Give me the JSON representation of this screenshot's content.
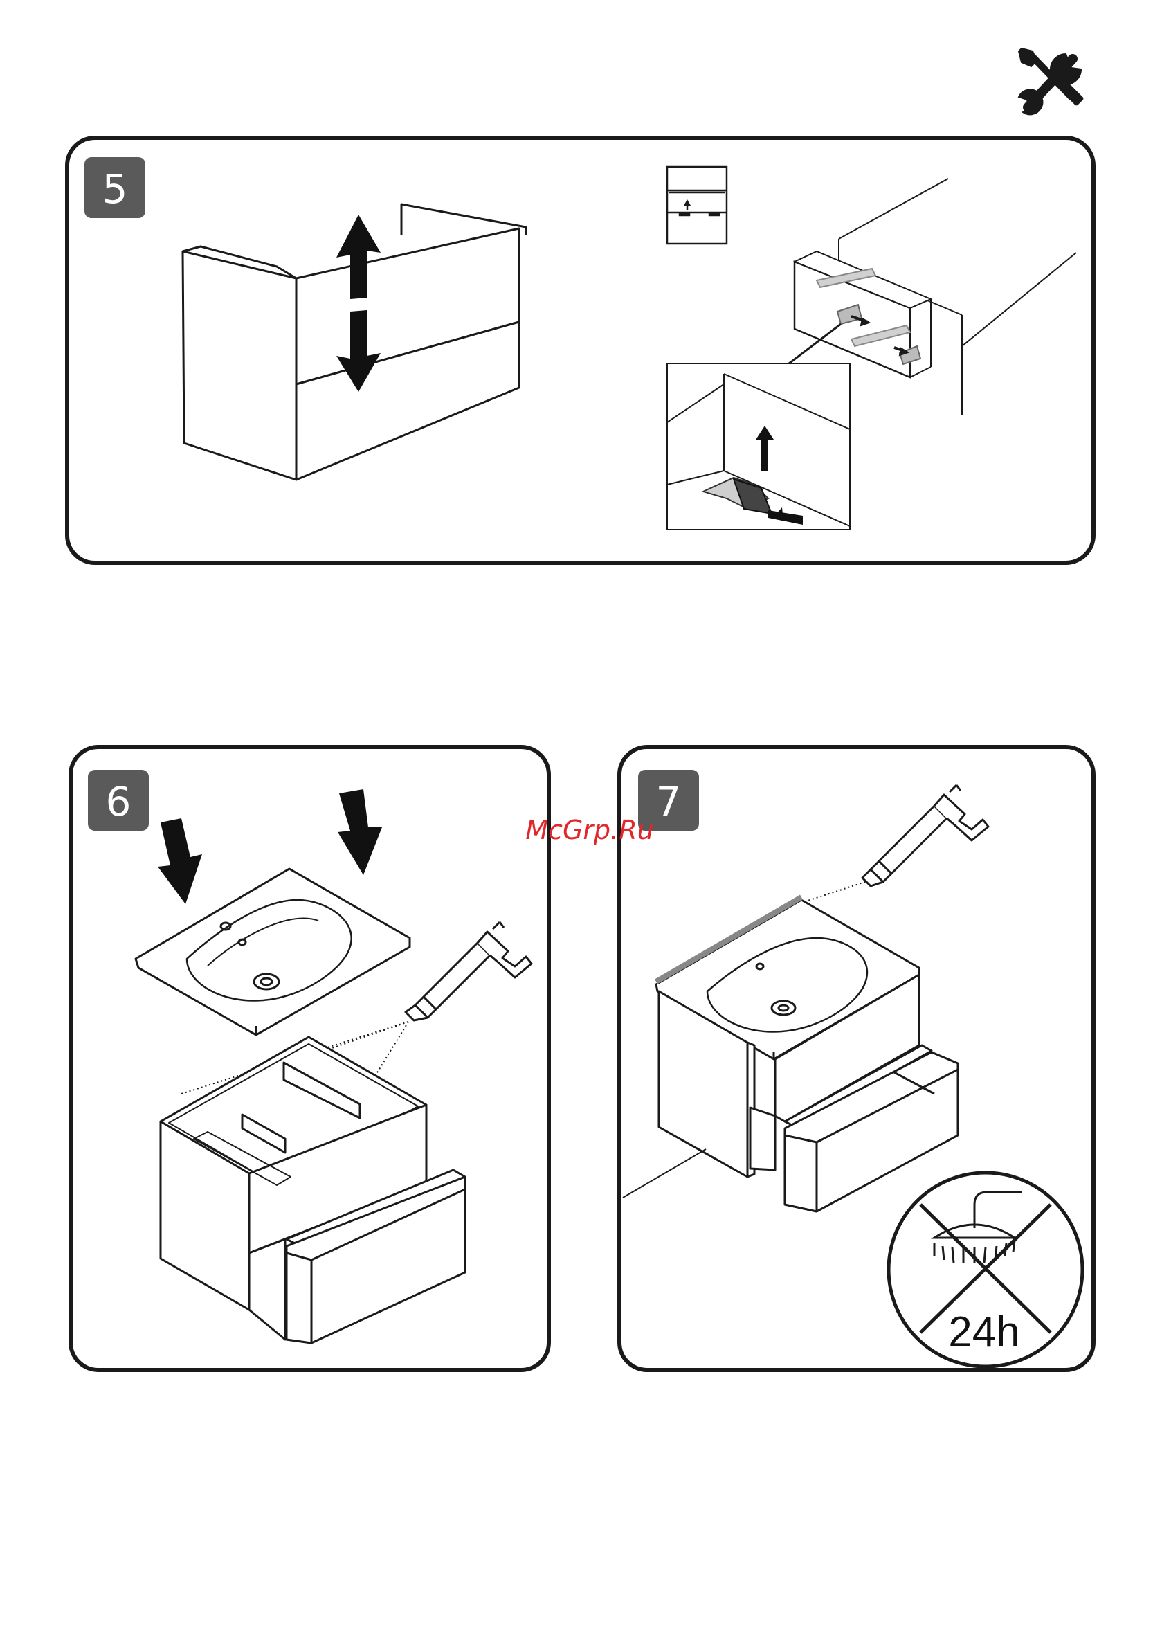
{
  "header": {
    "tools_icon": "tools-icon"
  },
  "steps": [
    {
      "number": "5"
    },
    {
      "number": "6"
    },
    {
      "number": "7"
    }
  ],
  "warning": {
    "icon": "no-water-icon",
    "label": "24h"
  },
  "watermark": "McGrp.Ru",
  "colors": {
    "badge": "#5a5a5a",
    "frame": "#1a1a1a",
    "watermark": "#e0282c"
  }
}
